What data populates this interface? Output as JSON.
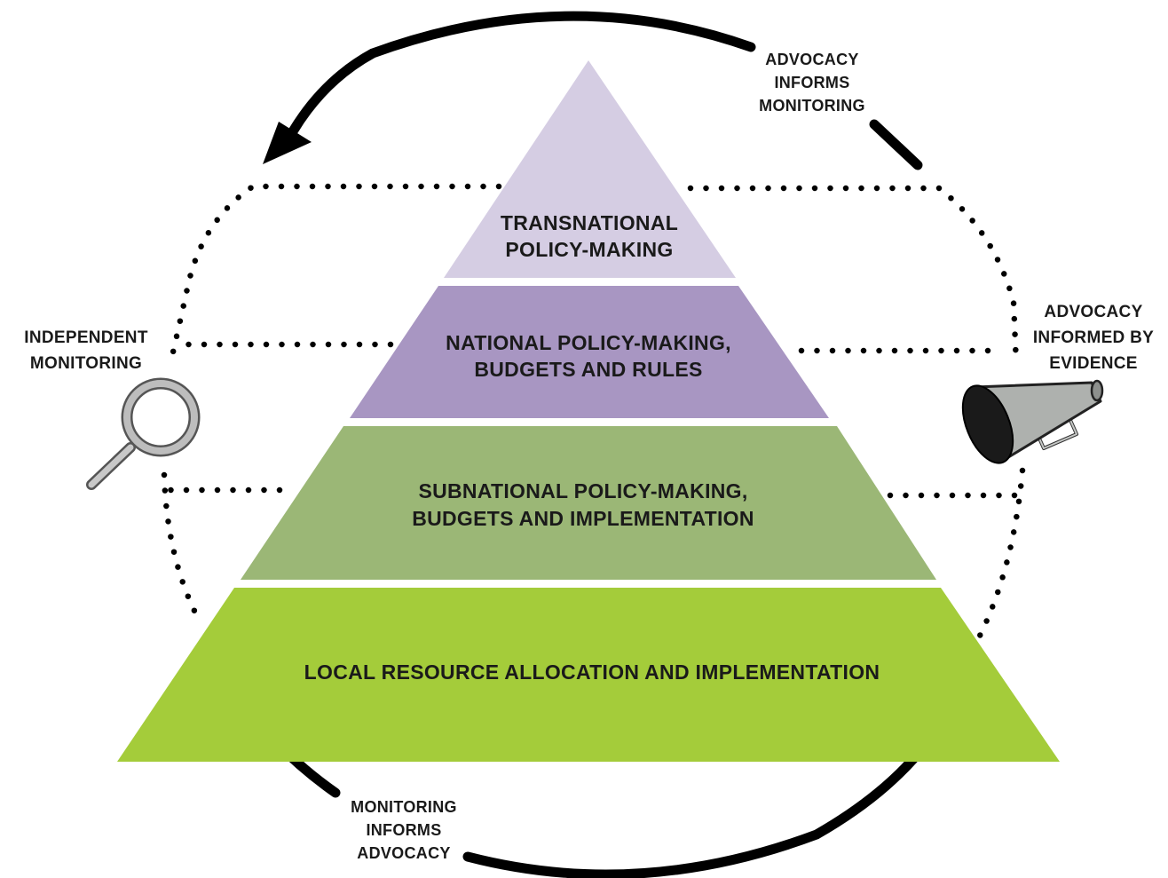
{
  "tiers": [
    {
      "line1": "TRANSNATIONAL",
      "line2": "POLICY-MAKING",
      "color": "#d5cde3"
    },
    {
      "line1": "NATIONAL POLICY-MAKING,",
      "line2": "BUDGETS AND RULES",
      "color": "#a896c2"
    },
    {
      "line1": "SUBNATIONAL POLICY-MAKING,",
      "line2": "BUDGETS AND IMPLEMENTATION",
      "color": "#9bb776"
    },
    {
      "line1": "LOCAL RESOURCE ALLOCATION AND IMPLEMENTATION",
      "color": "#a4cc3a"
    }
  ],
  "left_label": {
    "line1": "INDEPENDENT",
    "line2": "MONITORING",
    "icon": "magnifying-glass-icon"
  },
  "right_label": {
    "line1": "ADVOCACY",
    "line2": "INFORMED BY",
    "line3": "EVIDENCE",
    "icon": "megaphone-icon"
  },
  "top_arrow_label": {
    "line1": "ADVOCACY",
    "line2": "INFORMS",
    "line3": "MONITORING"
  },
  "bottom_arrow_label": {
    "line1": "MONITORING",
    "line2": "INFORMS",
    "line3": "ADVOCACY"
  }
}
